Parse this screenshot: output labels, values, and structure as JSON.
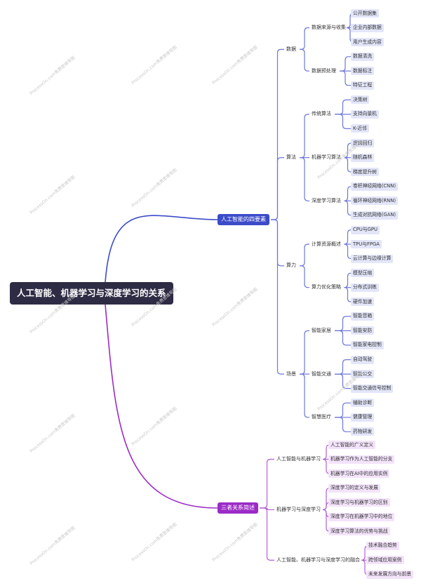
{
  "colors": {
    "root_bg": "#2e2c44",
    "blue_main": "#3c4cc8",
    "blue_line": "#6d78d9",
    "blue_tag": "#e3e6f9",
    "purple_main": "#9b2cc6",
    "purple_line": "#b35fd6",
    "purple_tag": "#f3e3fa"
  },
  "watermark": "ProcessOn.com免费思维导图",
  "mindmap": {
    "root": "人工智能、机器学习与深度学习的关系",
    "branches": [
      {
        "label": "人工智能的四要素",
        "children": [
          {
            "label": "数据",
            "children": [
              {
                "label": "数据来源与收集",
                "children": [
                  "公开数据集",
                  "企业内部数据",
                  "用户生成内容"
                ]
              },
              {
                "label": "数据预处理",
                "children": [
                  "数据清洗",
                  "数据标注",
                  "特征工程"
                ]
              }
            ]
          },
          {
            "label": "算法",
            "children": [
              {
                "label": "传统算法",
                "children": [
                  "决策树",
                  "支持向量机",
                  "K-近邻"
                ]
              },
              {
                "label": "机器学习算法",
                "children": [
                  "逻辑回归",
                  "随机森林",
                  "梯度提升树"
                ]
              },
              {
                "label": "深度学习算法",
                "children": [
                  "卷积神经网络(CNN)",
                  "循环神经网络(RNN)",
                  "生成对抗网络(GAN)"
                ]
              }
            ]
          },
          {
            "label": "算力",
            "children": [
              {
                "label": "计算资源概述",
                "children": [
                  "CPU与GPU",
                  "TPU与FPGA",
                  "云计算与边缘计算"
                ]
              },
              {
                "label": "算力优化策略",
                "children": [
                  "模型压缩",
                  "分布式训练",
                  "硬件加速"
                ]
              }
            ]
          },
          {
            "label": "场景",
            "children": [
              {
                "label": "智能家居",
                "children": [
                  "智能音箱",
                  "智能安防",
                  "智能家电控制"
                ]
              },
              {
                "label": "智能交通",
                "children": [
                  "自动驾驶",
                  "智能公交",
                  "智能交通信号控制"
                ]
              },
              {
                "label": "智慧医疗",
                "children": [
                  "辅助诊断",
                  "健康管理",
                  "药物研发"
                ]
              }
            ]
          }
        ]
      },
      {
        "label": "三者关系简述",
        "children": [
          {
            "label": "人工智能与机器学习",
            "children": [
              "人工智能的广义定义",
              "机器学习作为人工智能的分支",
              "机器学习在AI中的应用实例"
            ]
          },
          {
            "label": "机器学习与深度学习",
            "children": [
              "深度学习的定义与发展",
              "深度学习与机器学习的区别",
              "深度学习在机器学习中的地位",
              "深度学习算法的优势与挑战"
            ]
          },
          {
            "label": "人工智能、机器学习与深度学习的融合",
            "children": [
              "技术融合趋势",
              "跨领域应用案例",
              "未来发展方向与前景"
            ]
          }
        ]
      }
    ]
  }
}
